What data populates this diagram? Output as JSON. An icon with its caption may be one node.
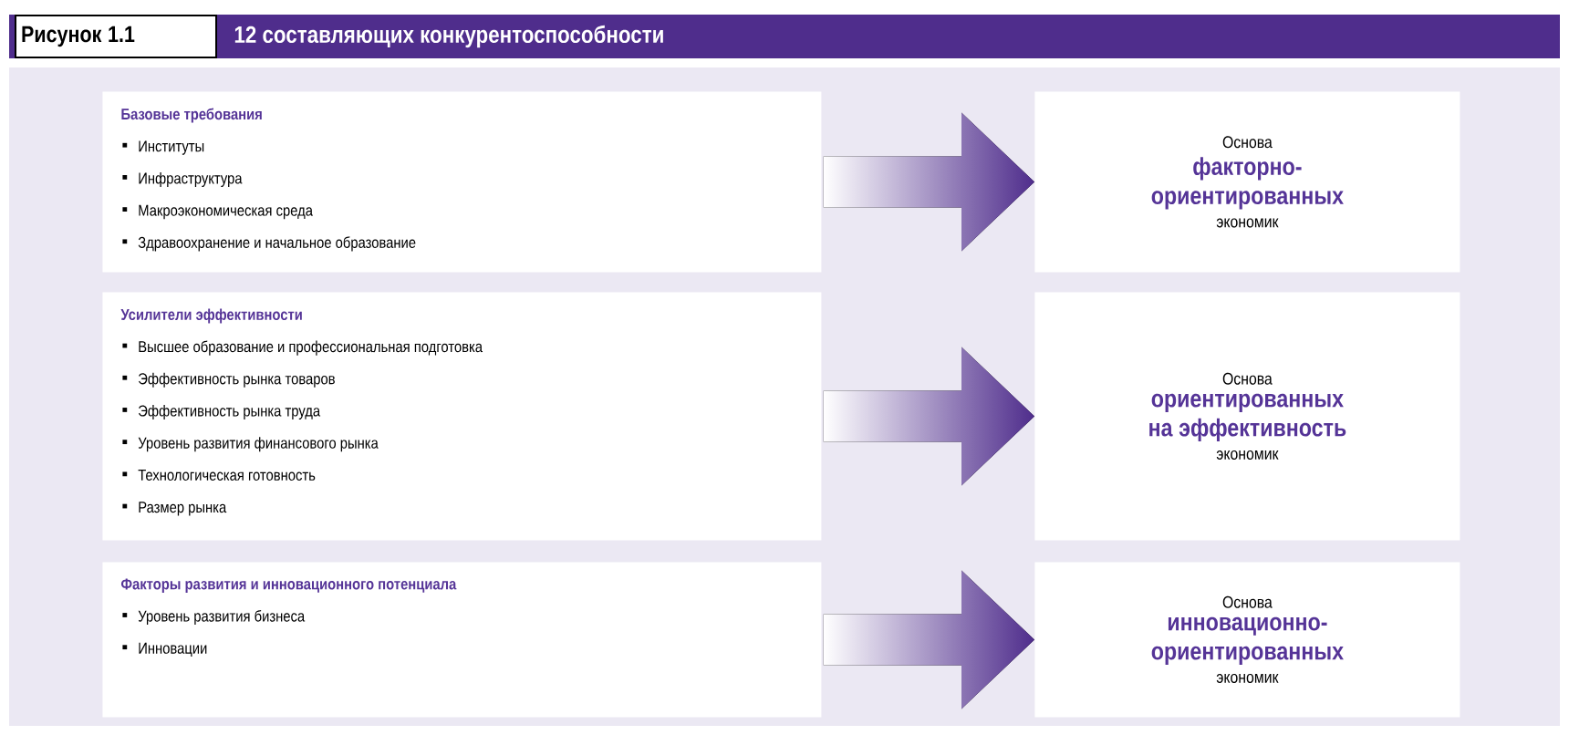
{
  "diagram": {
    "title": "12 составляющих конкурентоспособности",
    "nodes": [
      {
        "text": [
          "Базовые требования",
          "Институты",
          "Инфраструктура",
          "Макроэкономическая среда",
          "Здравоохранение и начальное образование"
        ]
      },
      {
        "text": [
          "Усилители эффективности",
          "Высшее образование и профессиональная подготовка",
          "Эффективность рынка товаров",
          "Эффективность рынка труда",
          "Уровень развития финансового рынка",
          "Технологическая готовность",
          "Размер рынка"
        ]
      },
      {
        "text": [
          "Факторы развития и инновационного потенциала",
          "Уровень развития бизнеса",
          "Инновации"
        ]
      },
      {
        "text": [
          "Основа",
          "факторно- ориентированных",
          "экономик"
        ]
      },
      {
        "text": [
          "Основа",
          "ориентированных на эффективность",
          "экономик"
        ]
      },
      {
        "text": [
          "Основа",
          "инновационно- ориентированных",
          "экономик"
        ]
      }
    ],
    "edges": [
      {
        "from": 0,
        "to": 3,
        "arrow": "to"
      },
      {
        "from": 1,
        "to": 4,
        "arrow": "to"
      },
      {
        "from": 2,
        "to": 5,
        "arrow": "to"
      }
    ],
    "labels": [
      "Рисунок 1.1"
    ]
  }
}
